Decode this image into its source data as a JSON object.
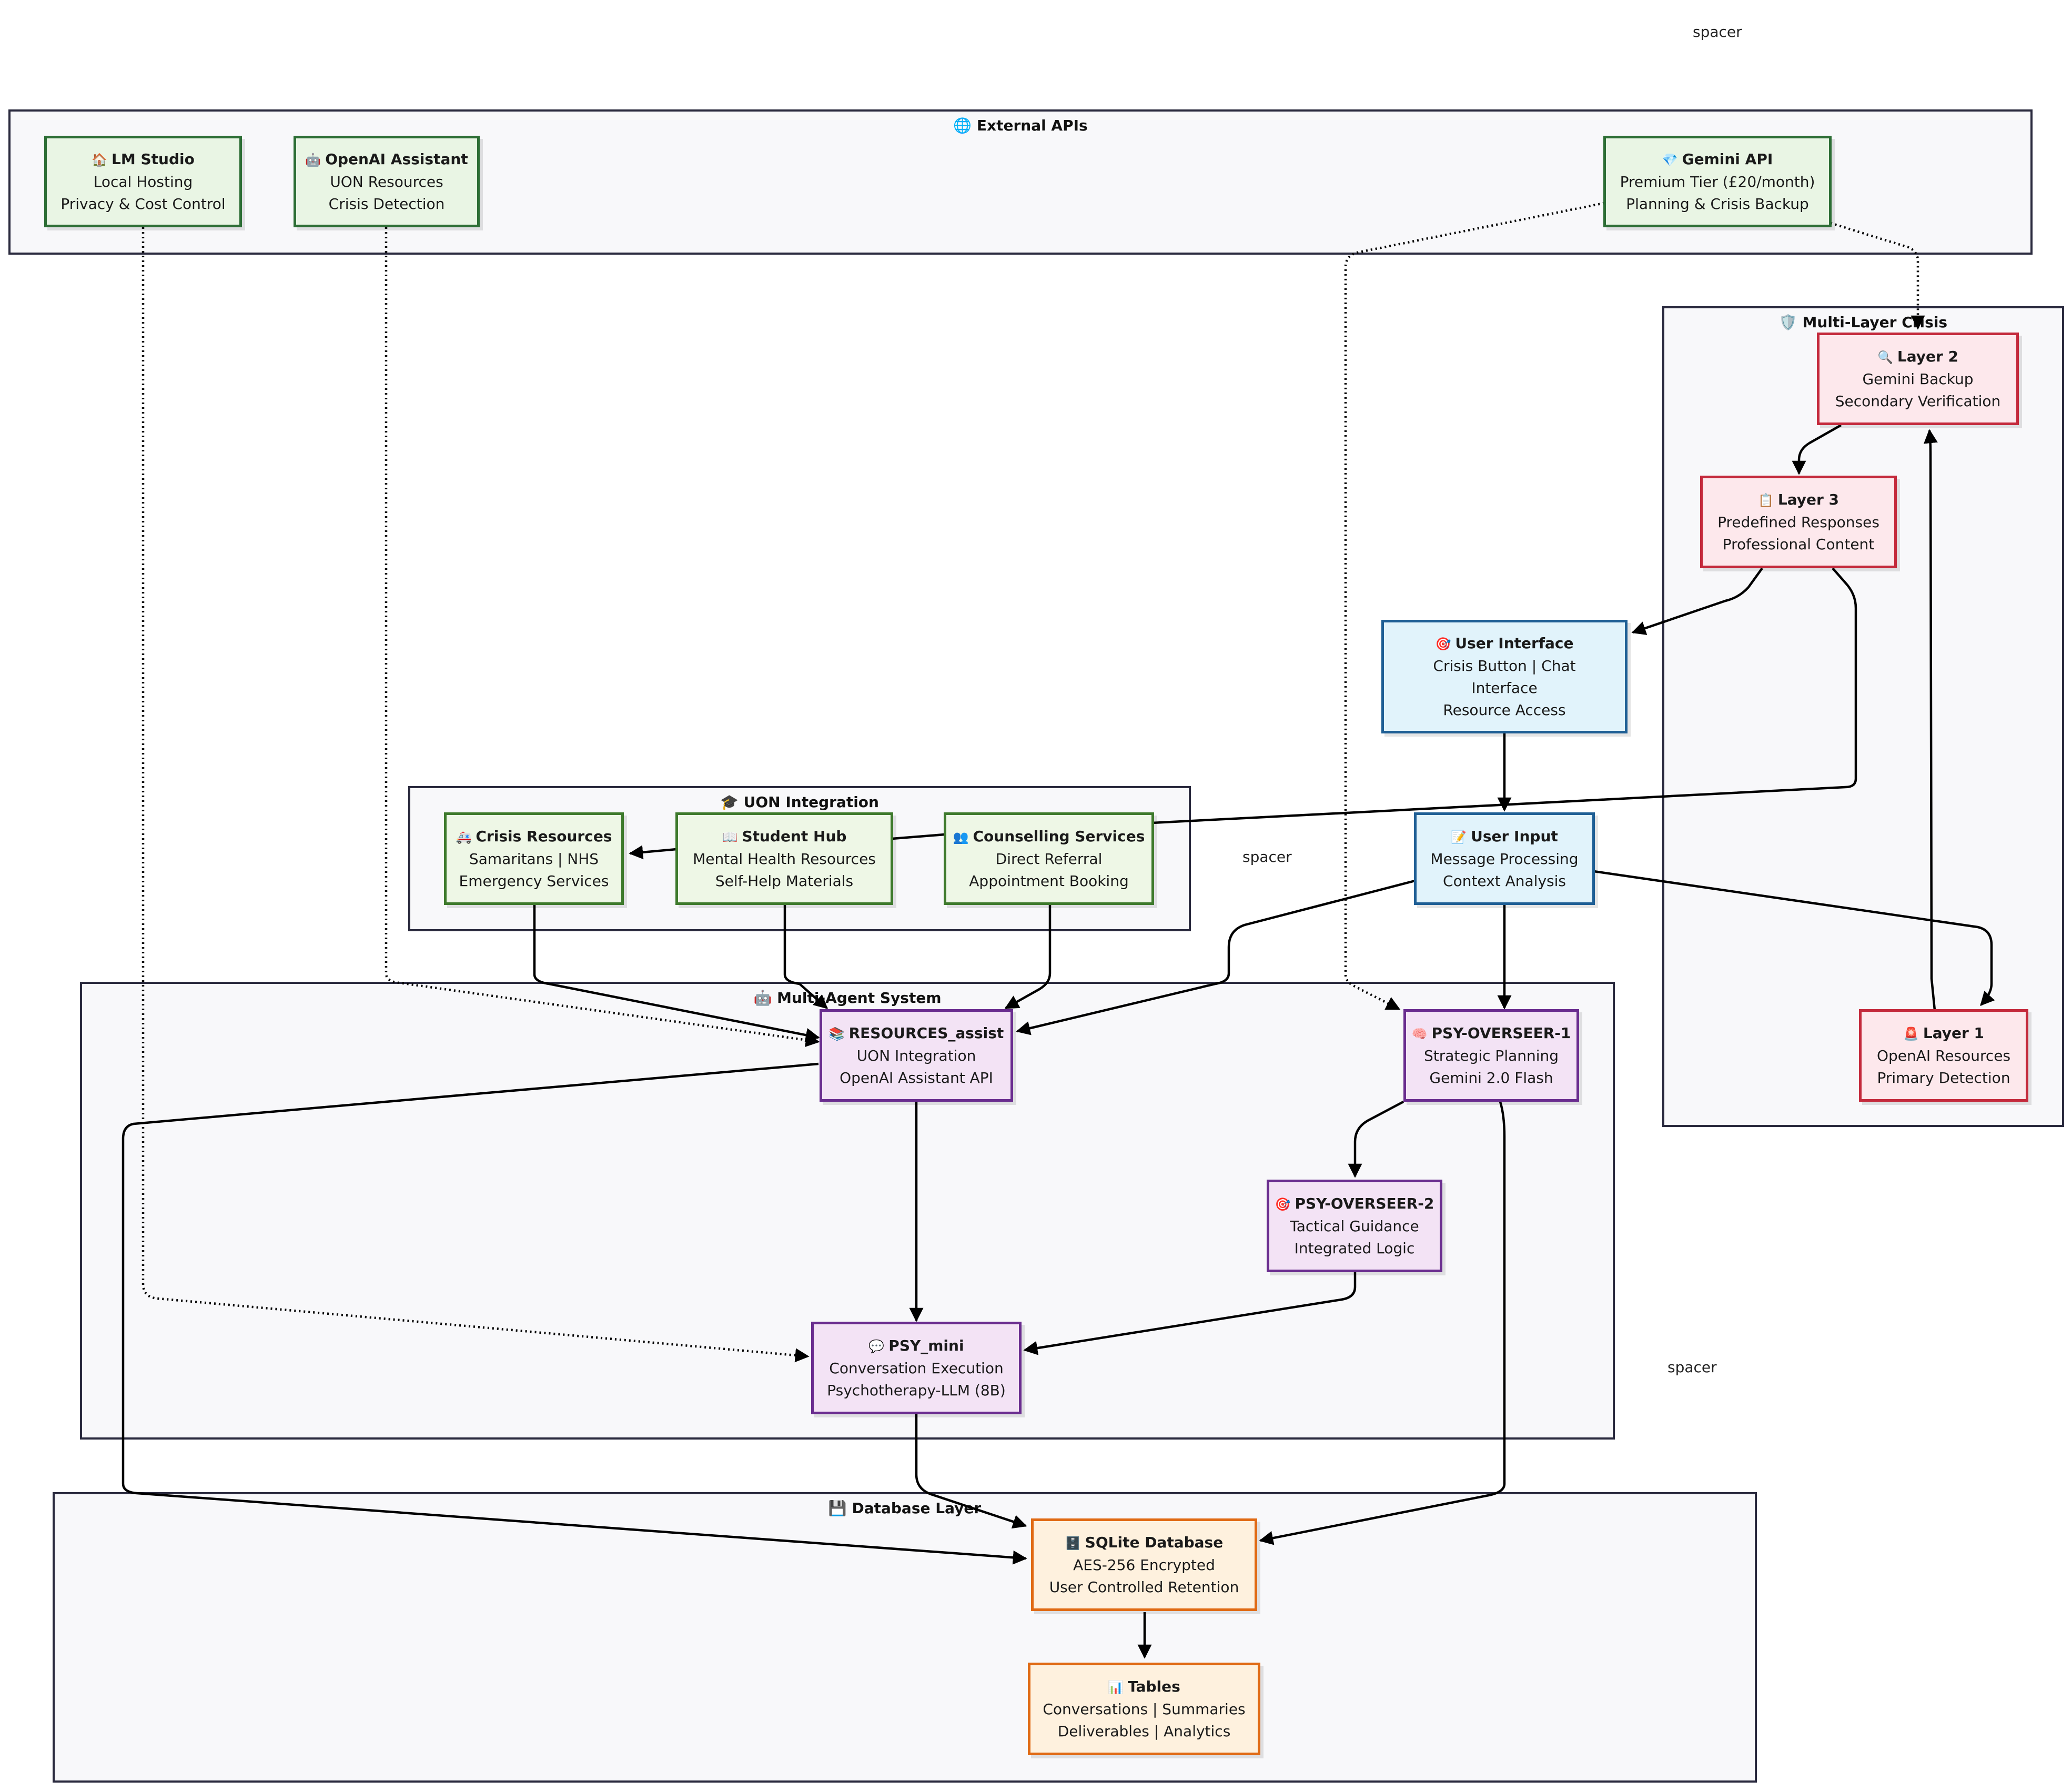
{
  "spacers": [
    "spacer",
    "spacer",
    "spacer"
  ],
  "groups": {
    "external": {
      "icon": "🌐",
      "title": "External APIs"
    },
    "crisis": {
      "icon": "🛡️",
      "title": "Multi-Layer Crisis"
    },
    "uon": {
      "icon": "🎓",
      "title": "UON Integration"
    },
    "agents": {
      "icon": "🤖",
      "title": "Multi-Agent System"
    },
    "database": {
      "icon": "💾",
      "title": "Database Layer"
    }
  },
  "nodes": {
    "lm_studio": {
      "icon": "🏠",
      "title": "LM Studio",
      "lines": [
        "Local Hosting",
        "Privacy & Cost Control"
      ]
    },
    "openai_assistant": {
      "icon": "🤖",
      "title": "OpenAI Assistant",
      "lines": [
        "UON Resources",
        "Crisis Detection"
      ]
    },
    "gemini_api": {
      "icon": "💎",
      "title": "Gemini API",
      "lines": [
        "Premium Tier (£20/month)",
        "Planning & Crisis Backup"
      ]
    },
    "layer2": {
      "icon": "🔍",
      "title": "Layer 2",
      "lines": [
        "Gemini Backup",
        "Secondary Verification"
      ]
    },
    "layer3": {
      "icon": "📋",
      "title": "Layer 3",
      "lines": [
        "Predefined Responses",
        "Professional Content"
      ]
    },
    "layer1": {
      "icon": "🚨",
      "title": "Layer 1",
      "lines": [
        "OpenAI Resources",
        "Primary Detection"
      ]
    },
    "user_interface": {
      "icon": "🎯",
      "title": "User Interface",
      "lines": [
        "Crisis Button | Chat",
        "Interface",
        "Resource Access"
      ]
    },
    "user_input": {
      "icon": "📝",
      "title": "User Input",
      "lines": [
        "Message Processing",
        "Context Analysis"
      ]
    },
    "crisis_resources": {
      "icon": "🚑",
      "title": "Crisis Resources",
      "lines": [
        "Samaritans | NHS",
        "Emergency Services"
      ]
    },
    "student_hub": {
      "icon": "📖",
      "title": "Student Hub",
      "lines": [
        "Mental Health Resources",
        "Self-Help Materials"
      ]
    },
    "counselling": {
      "icon": "👥",
      "title": "Counselling Services",
      "lines": [
        "Direct Referral",
        "Appointment Booking"
      ]
    },
    "resources_assist": {
      "icon": "📚",
      "title": "RESOURCES_assist",
      "lines": [
        "UON Integration",
        "OpenAI Assistant API"
      ]
    },
    "psy_overseer1": {
      "icon": "🧠",
      "title": "PSY-OVERSEER-1",
      "lines": [
        "Strategic Planning",
        "Gemini 2.0 Flash"
      ]
    },
    "psy_overseer2": {
      "icon": "🎯",
      "title": "PSY-OVERSEER-2",
      "lines": [
        "Tactical Guidance",
        "Integrated Logic"
      ]
    },
    "psy_mini": {
      "icon": "💬",
      "title": "PSY_mini",
      "lines": [
        "Conversation Execution",
        "Psychotherapy-LLM (8B)"
      ]
    },
    "sqlite": {
      "icon": "🗄️",
      "title": "SQLite Database",
      "lines": [
        "AES-256 Encrypted",
        "User Controlled Retention"
      ]
    },
    "tables": {
      "icon": "📊",
      "title": "Tables",
      "lines": [
        "Conversations | Summaries",
        "Deliverables | Analytics"
      ]
    }
  }
}
